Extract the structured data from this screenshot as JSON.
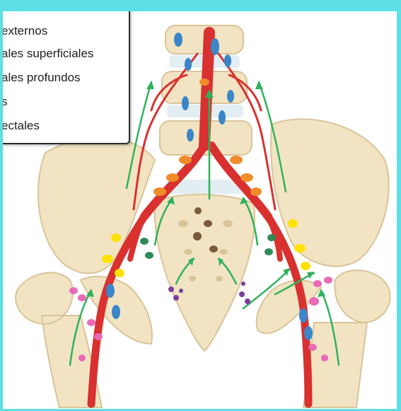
{
  "legend": {
    "items": [
      {
        "label": "externos",
        "color": "#3a86c8"
      },
      {
        "label": "ales superficiales",
        "color": "#ffe200"
      },
      {
        "label": "ales profundos",
        "color": "#e96ab6"
      },
      {
        "label": "s",
        "color": "#2e8b57"
      },
      {
        "label": "ectales",
        "color": "#7b3f9c"
      }
    ]
  },
  "colors": {
    "frame": "#5ddfe6",
    "bone": "#f2e4c2",
    "bone_shadow": "#d9c49a",
    "artery": "#d8312f",
    "arrow": "#2fb25c",
    "node_blue": "#3a86c8",
    "node_yellow": "#ffe200",
    "node_pink": "#e96ab6",
    "node_green": "#2e8b57",
    "node_purple": "#7b3f9c",
    "node_orange": "#f08c2a",
    "node_brown": "#7a5a3a"
  }
}
